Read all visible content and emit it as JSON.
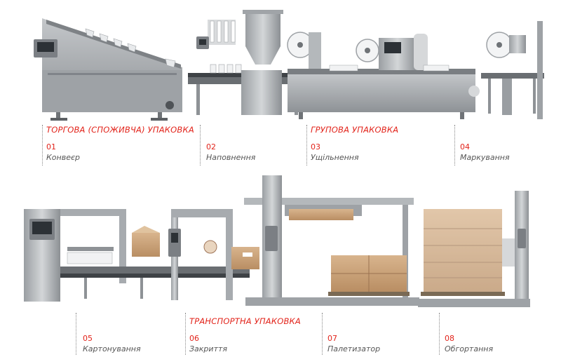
{
  "categories": {
    "consumer": "ТОРГОВА (СПОЖИВЧА) УПАКОВКА",
    "group": "ГРУПОВА УПАКОВКА",
    "transport": "ТРАНСПОРТНА УПАКОВКА"
  },
  "steps": [
    {
      "num": "01",
      "name": "Конвеєр"
    },
    {
      "num": "02",
      "name": "Наповнення"
    },
    {
      "num": "03",
      "name": "Ущільнення"
    },
    {
      "num": "04",
      "name": "Маркування"
    },
    {
      "num": "05",
      "name": "Картонування"
    },
    {
      "num": "06",
      "name": "Закриття"
    },
    {
      "num": "07",
      "name": "Палетизатор"
    },
    {
      "num": "08",
      "name": "Обгортання"
    }
  ],
  "colors": {
    "accent": "#e2231a",
    "text": "#555555",
    "steel": "#a7abaf",
    "steel_dark": "#6f7377",
    "box": "#c9a27a"
  }
}
